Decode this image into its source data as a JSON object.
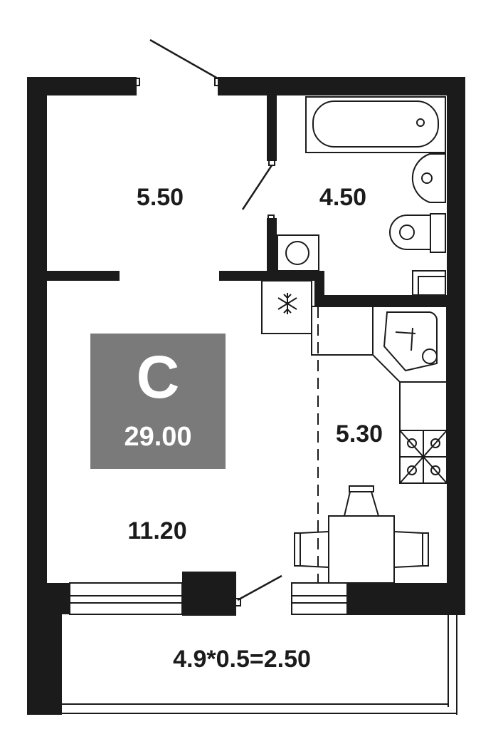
{
  "badge": {
    "letter": "C",
    "total_area": "29.00",
    "color": "#7a7a7a"
  },
  "rooms": {
    "hall": "5.50",
    "bathroom": "4.50",
    "kitchen": "5.30",
    "living": "11.20",
    "balcony": "4.9*0.5=2.50"
  },
  "icons": {
    "freezer": "snowflake-icon"
  },
  "colors": {
    "wall": "#1b1b1b",
    "badge": "#7a7a7a"
  }
}
